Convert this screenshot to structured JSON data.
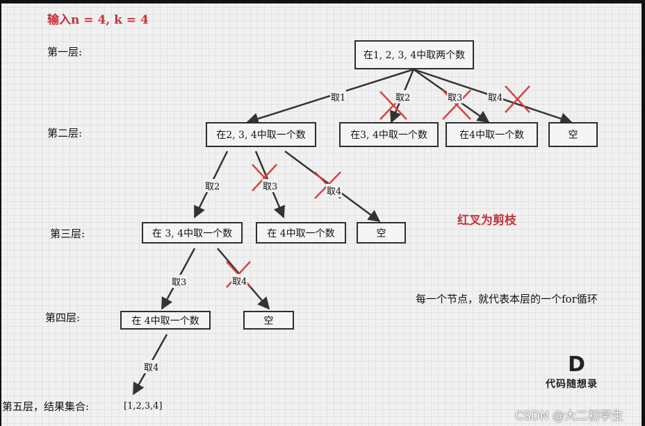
{
  "heading": "输入n = 4, k = 4",
  "layers": {
    "l1": "第一层:",
    "l2": "第二层:",
    "l3": "第三层:",
    "l4": "第四层:",
    "l5": "第五层，结果集合:"
  },
  "nodes": {
    "root": "在1, 2, 3, 4中取两个数",
    "n2a": "在2, 3, 4中取一个数",
    "n2b": "在3, 4中取一个数",
    "n2c": "在4中取一个数",
    "n2d": "空",
    "n3a": "在 3, 4中取一个数",
    "n3b": "在 4中取一个数",
    "n3c": "空",
    "n4a": "在 4中取一个数",
    "n4b": "空"
  },
  "edges": {
    "e1": "取1",
    "e2": "取2",
    "e3": "取3",
    "e4": "取4",
    "e5": "取2",
    "e6": "取3",
    "e7": "取4",
    "e8": "取3",
    "e9": "取4",
    "e10": "取4"
  },
  "result": "[1,2,3,4]",
  "notes": {
    "prune": "红叉为剪枝",
    "explain": "每一个节点，就代表本层的一个for循环"
  },
  "logo": {
    "letter": "D",
    "text": "代码随想录"
  },
  "watermark": "CSDN @大二初学生",
  "colors": {
    "prune_red": "#d9403f",
    "heading_red": "#c4343a",
    "edge": "#333333"
  }
}
